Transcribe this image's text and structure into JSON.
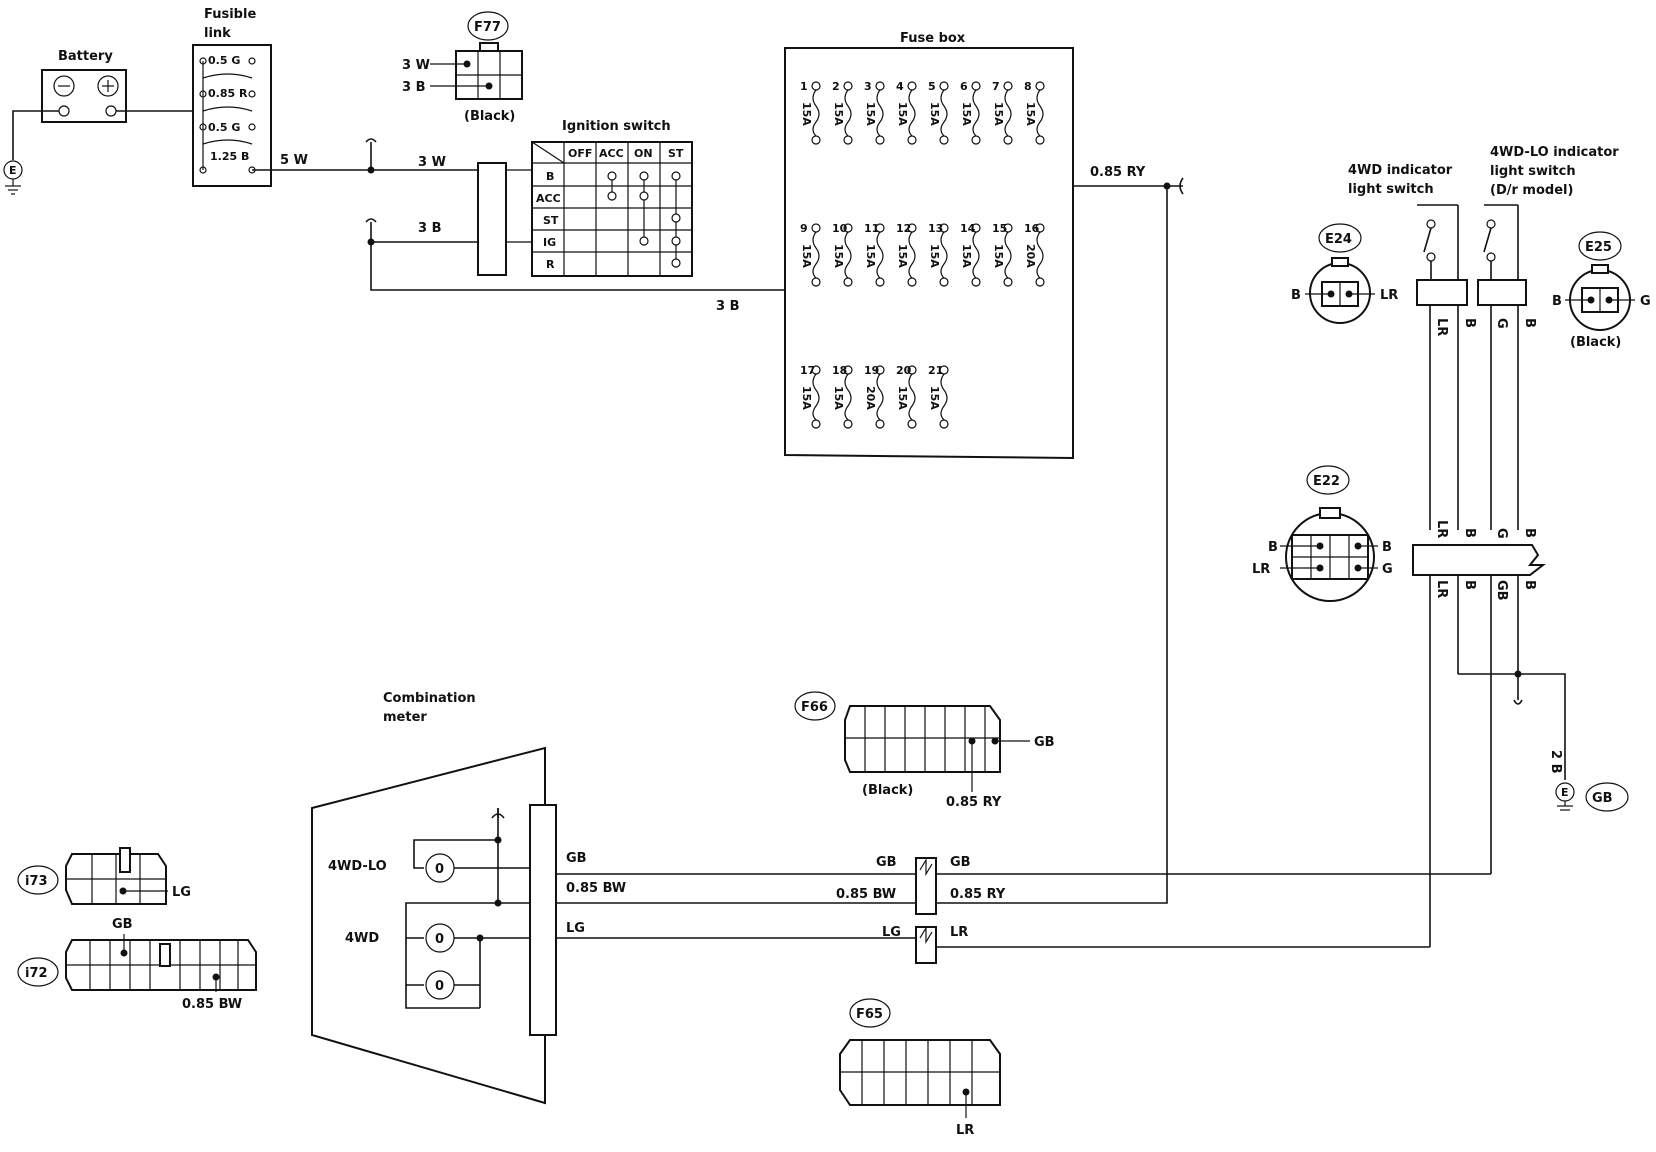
{
  "labels": {
    "battery": "Battery",
    "fusible_link_1": "Fusible",
    "fusible_link_2": "link",
    "fuse_box": "Fuse box",
    "ignition_switch": "Ignition switch",
    "combination_meter_1": "Combination",
    "combination_meter_2": "meter",
    "ind_4wd_1": "4WD indicator",
    "ind_4wd_2": "light switch",
    "ind_4wdlo_1": "4WD-LO indicator",
    "ind_4wdlo_2": "light switch",
    "ind_4wdlo_3": "(D/r model)",
    "meter_4wdlo": "4WD-LO",
    "meter_4wd": "4WD",
    "ground_e": "E",
    "ground_gb": "GB",
    "black": "(Black)"
  },
  "fusible_links": [
    "0.5 G",
    "0.85 R",
    "0.5 G",
    "1.25 B"
  ],
  "connectors": {
    "f77": "F77",
    "e24": "E24",
    "e25": "E25",
    "e22": "E22",
    "f66": "F66",
    "f65": "F65",
    "i73": "i73",
    "i72": "i72"
  },
  "ignition": {
    "columns": [
      "OFF",
      "ACC",
      "ON",
      "ST"
    ],
    "rows": [
      "B",
      "ACC",
      "ST",
      "IG",
      "R"
    ]
  },
  "fuses": {
    "row1": [
      {
        "num": "1",
        "amp": "15A"
      },
      {
        "num": "2",
        "amp": "15A"
      },
      {
        "num": "3",
        "amp": "15A"
      },
      {
        "num": "4",
        "amp": "15A"
      },
      {
        "num": "5",
        "amp": "15A"
      },
      {
        "num": "6",
        "amp": "15A"
      },
      {
        "num": "7",
        "amp": "15A"
      },
      {
        "num": "8",
        "amp": "15A"
      }
    ],
    "row2": [
      {
        "num": "9",
        "amp": "15A"
      },
      {
        "num": "10",
        "amp": "15A"
      },
      {
        "num": "11",
        "amp": "15A"
      },
      {
        "num": "12",
        "amp": "15A"
      },
      {
        "num": "13",
        "amp": "15A"
      },
      {
        "num": "14",
        "amp": "15A"
      },
      {
        "num": "15",
        "amp": "15A"
      },
      {
        "num": "16",
        "amp": "20A"
      }
    ],
    "row3": [
      {
        "num": "17",
        "amp": "15A"
      },
      {
        "num": "18",
        "amp": "15A"
      },
      {
        "num": "19",
        "amp": "20A"
      },
      {
        "num": "20",
        "amp": "15A"
      },
      {
        "num": "21",
        "amp": "15A"
      }
    ]
  },
  "wires": {
    "w5w": "5 W",
    "w3w": "3 W",
    "w3b": "3 B",
    "w3b_long": "3 B",
    "w085ry": "0.85 RY",
    "f77_3w": "3 W",
    "f77_3b": "3 B",
    "e24_b": "B",
    "e24_lr": "LR",
    "e25_b": "B",
    "e25_g": "G",
    "h_lr1": "LR",
    "h_b1": "B",
    "h_g1": "G",
    "h_b2": "B",
    "h_lr2": "LR",
    "h_b3": "B",
    "h_g2": "G",
    "h_b4": "B",
    "h_lr3": "LR",
    "h_b5": "B",
    "h_gb": "GB",
    "h_b6": "B",
    "e22_b_l": "B",
    "e22_lr_l": "LR",
    "e22_b_r": "B",
    "e22_g_r": "G",
    "gnd_2b": "2 B",
    "f66_gb": "GB",
    "f66_ry": "0.85 RY",
    "m_gb": "GB",
    "m_085bw": "0.85 BW",
    "m_lg": "LG",
    "c_gb_l": "GB",
    "c_gb_r": "GB",
    "c_bw": "0.85 BW",
    "c_ry": "0.85 RY",
    "c_lg": "LG",
    "c_lr": "LR",
    "i73_lg": "LG",
    "i72_gb": "GB",
    "i72_bw": "0.85 BW",
    "f65_lr": "LR"
  },
  "colors": {
    "line": "#111111",
    "background": "#ffffff"
  }
}
